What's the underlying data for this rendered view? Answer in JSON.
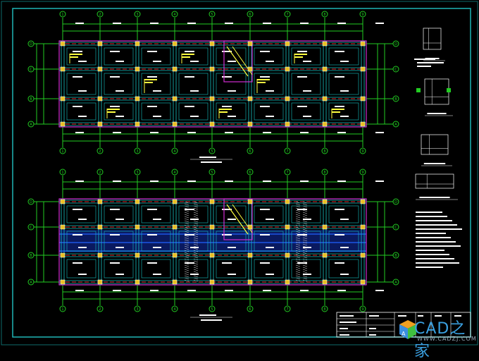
{
  "drawing": {
    "column_axes": [
      "1",
      "2",
      "3",
      "4",
      "5",
      "6",
      "7",
      "8",
      "9"
    ],
    "row_axes": [
      "A",
      "B",
      "C",
      "D"
    ],
    "colors": {
      "background": "#000000",
      "frame": "#1fb5b5",
      "grid": "#22cc22",
      "beam": "#17c3c3",
      "outline": "#d02bd0",
      "axis": "#e02020",
      "column": "#e8c020",
      "text": "#ffffff",
      "highlight": "#ffff40",
      "slab": "#2060ff"
    }
  },
  "watermark": {
    "brand": "CAD之家",
    "url": "WWW.CADZJ.COM"
  }
}
